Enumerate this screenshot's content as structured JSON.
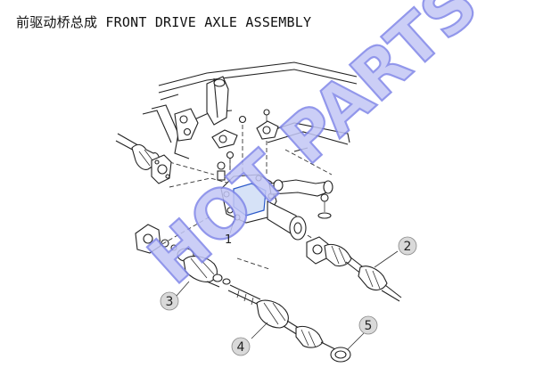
{
  "title": "前驱动桥总成 FRONT DRIVE AXLE ASSEMBLY",
  "watermark": "HOT PARTS",
  "callouts": {
    "c1": "1",
    "c2": "2",
    "c3": "3",
    "c4": "4",
    "c5": "5"
  },
  "colors": {
    "callout_fill": "#d9d9d9",
    "watermark_fill": "#c2c6f5",
    "line": "#222222"
  }
}
